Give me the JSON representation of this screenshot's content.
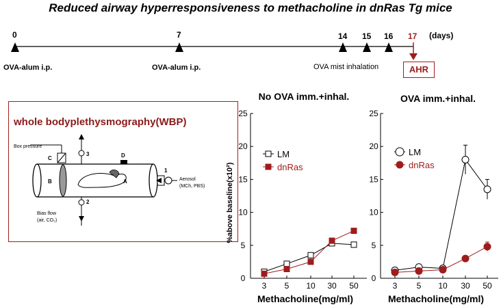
{
  "title": "Reduced airway hyperresponsiveness to methacholine in dnRas Tg mice",
  "timeline": {
    "days": [
      {
        "label": "0",
        "highlight": false
      },
      {
        "label": "7",
        "highlight": false
      },
      {
        "label": "14",
        "highlight": false
      },
      {
        "label": "15",
        "highlight": false
      },
      {
        "label": "16",
        "highlight": false
      },
      {
        "label": "17",
        "highlight": true
      }
    ],
    "unit": "(days)",
    "note_day0": "OVA-alum i.p.",
    "note_day7": "OVA-alum i.p.",
    "note_mist": "OVA mist inhalation",
    "ahr": "AHR"
  },
  "wbp": {
    "title": "whole bodyplethysmography(WBP)",
    "labels": {
      "box_pressure": "Box pressure",
      "c": "C",
      "b": "B",
      "a": "A",
      "d": "D",
      "p1": "1",
      "p2": "2",
      "p3": "3",
      "aerosol": "Aerosol",
      "aerosol_sub": "(MCh, PBS)",
      "bias": "Bias flow",
      "bias_sub": "(air, CO₂)"
    }
  },
  "ylabel": "%above baseline(x10²)",
  "colors": {
    "red": "#a01c1c",
    "black": "#000000"
  },
  "chart_data": [
    {
      "type": "line",
      "title": "No OVA imm.+inhal.",
      "xlabel": "Methacholine(mg/ml)",
      "ylabel": "%above baseline(x10²)",
      "categories": [
        "3",
        "5",
        "10",
        "30",
        "50"
      ],
      "ylim": [
        0,
        25
      ],
      "yticks": [
        "0",
        "5",
        "10",
        "15",
        "20",
        "25"
      ],
      "series": [
        {
          "name": "LM",
          "marker": "open-square",
          "values": [
            1.0,
            2.2,
            3.5,
            5.3,
            5.1
          ],
          "errors": [
            0,
            0,
            0,
            0,
            0
          ]
        },
        {
          "name": "dnRas",
          "marker": "filled-square",
          "values": [
            0.7,
            1.4,
            2.5,
            5.7,
            7.2
          ],
          "errors": [
            0,
            0,
            0,
            0,
            0
          ]
        }
      ]
    },
    {
      "type": "line",
      "title": "OVA imm.+inhal.",
      "xlabel": "Methacholine(mg/ml)",
      "ylabel": "",
      "categories": [
        "3",
        "5",
        "10",
        "30",
        "50"
      ],
      "ylim": [
        0,
        25
      ],
      "yticks": [
        "0",
        "5",
        "10",
        "15",
        "20",
        "25"
      ],
      "series": [
        {
          "name": "LM",
          "marker": "open-circle",
          "values": [
            1.2,
            1.7,
            1.5,
            18.0,
            13.5
          ],
          "errors": [
            0.3,
            0.3,
            0.3,
            2.2,
            1.5
          ]
        },
        {
          "name": "dnRas",
          "marker": "filled-circle",
          "values": [
            0.9,
            1.1,
            1.3,
            3.0,
            4.8
          ],
          "errors": [
            0.2,
            0.2,
            0.2,
            0.3,
            0.7
          ]
        }
      ]
    }
  ]
}
